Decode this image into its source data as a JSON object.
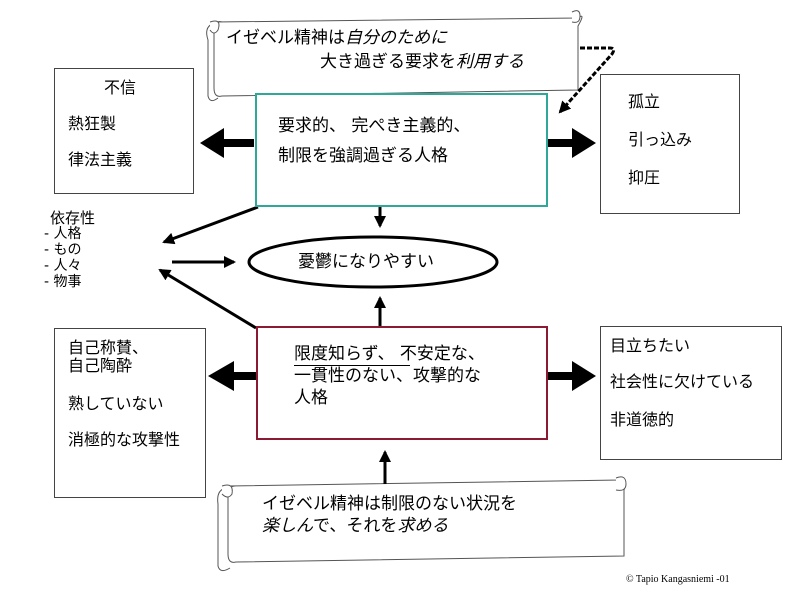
{
  "top_scroll": {
    "line1_a": "イゼベル精神は",
    "line1_b": "自分のために",
    "line2_a": "大き過ぎる要求を",
    "line2_b": "利用する"
  },
  "center_top": {
    "line1": "要求的、 完ぺき主義的、",
    "line2": "制限を強調過ぎる人格"
  },
  "left_top": {
    "items": [
      "不信",
      "熱狂製",
      "律法主義"
    ]
  },
  "right_top": {
    "items": [
      "孤立",
      "引っ込み",
      "抑圧"
    ]
  },
  "dependency": {
    "title": "依存性",
    "items": [
      "- 人格",
      "- もの",
      "- 人々",
      "- 物事"
    ]
  },
  "center_oval": {
    "label": "憂鬱になりやすい"
  },
  "center_bottom": {
    "line1": "限度知らず、 不安定な、",
    "line2": "一貫性のない、攻撃的な",
    "line3": "人格"
  },
  "left_bottom": {
    "item1_line1": "自己称賛、",
    "item1_line2": "自己陶酔",
    "item2": "熟していない",
    "item3": "消極的な攻撃性"
  },
  "right_bottom": {
    "items": [
      "目立ちたい",
      "社会性に欠けている",
      "非道徳的"
    ]
  },
  "bottom_scroll": {
    "line1": "イゼベル精神は制限のない状況を",
    "line2_a": "楽しん",
    "line2_b": "で、それを",
    "line2_c": "求める"
  },
  "copyright": "© Tapio Kangasniemi -01",
  "colors": {
    "teal_border": "#2fa89a",
    "maroon_border": "#8b1a33"
  }
}
